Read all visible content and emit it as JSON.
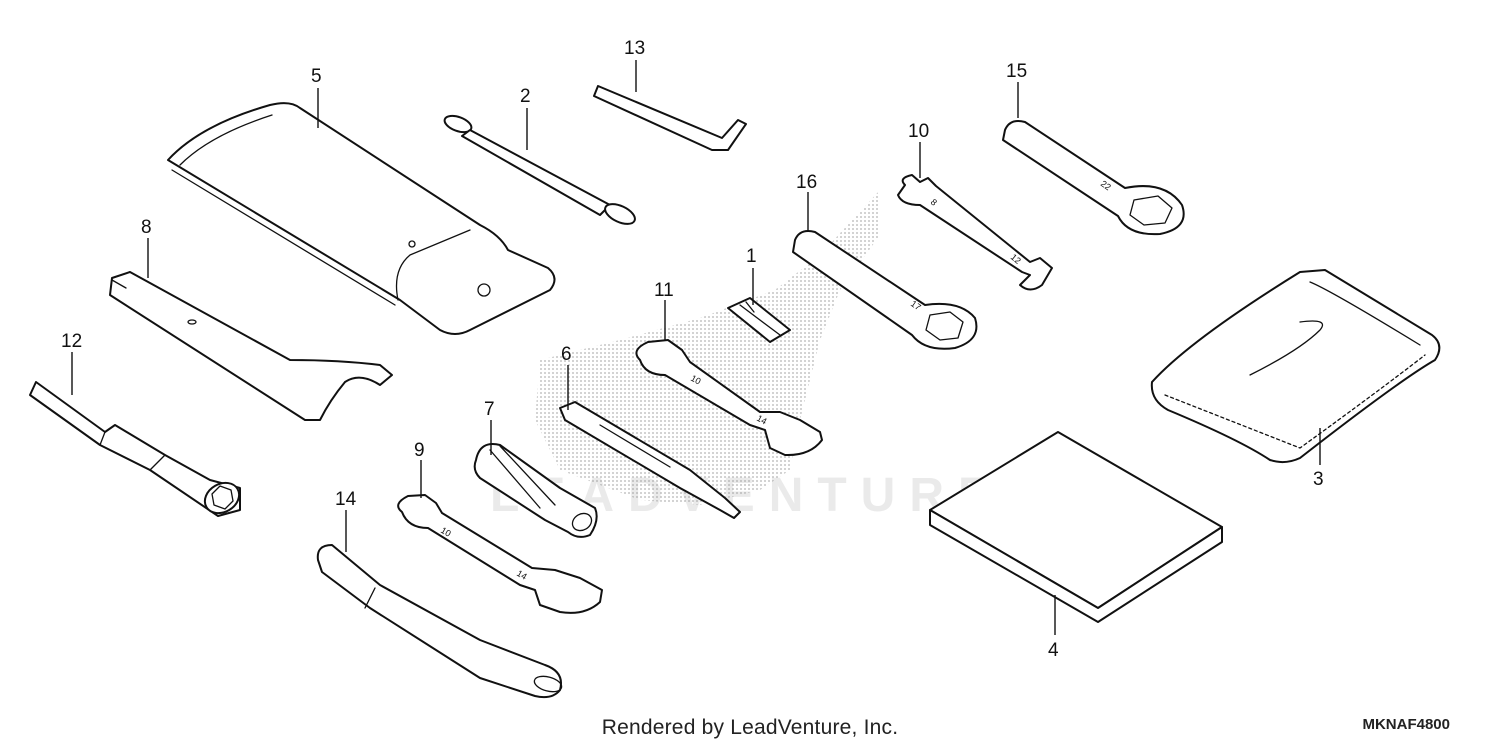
{
  "diagram": {
    "code": "MKNAF4800",
    "caption": "Rendered by LeadVenture, Inc.",
    "watermark": "LEADVENTURE",
    "callouts": [
      "1",
      "2",
      "3",
      "4",
      "5",
      "6",
      "7",
      "8",
      "9",
      "10",
      "11",
      "12",
      "13",
      "14",
      "15",
      "16"
    ],
    "wrench_marks": {
      "w9_a": "10",
      "w9_b": "14",
      "w10_a": "8",
      "w10_b": "12",
      "w11_a": "10",
      "w11_b": "14",
      "w15": "22",
      "w16": "17"
    }
  }
}
